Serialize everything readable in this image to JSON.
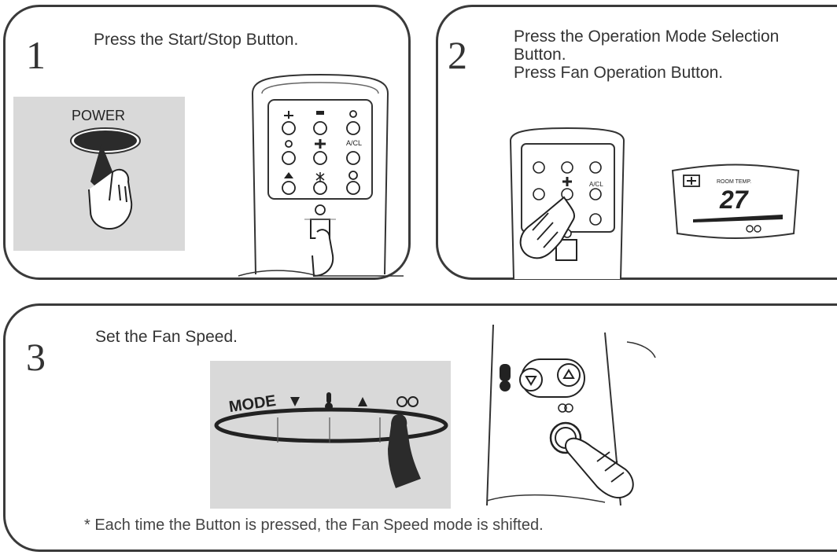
{
  "step1": {
    "number": "1",
    "text": "Press the Start/Stop Button.",
    "power_label": "POWER"
  },
  "step2": {
    "number": "2",
    "text_line1": "Press the Operation Mode Selection",
    "text_line2": "Button.",
    "text_line3": "Press Fan Operation Button.",
    "display_label": "ROOM TEMP.",
    "display_value": "27"
  },
  "step3": {
    "number": "3",
    "text": "Set the Fan Speed.",
    "mode_label": "MODE",
    "note": "* Each time the Button is pressed, the Fan Speed mode is shifted."
  },
  "remote": {
    "acl_label": "A/CL"
  },
  "colors": {
    "border": "#3a3a3a",
    "gray_panel": "#d9d9d9",
    "button_dark": "#2b2b2b"
  }
}
